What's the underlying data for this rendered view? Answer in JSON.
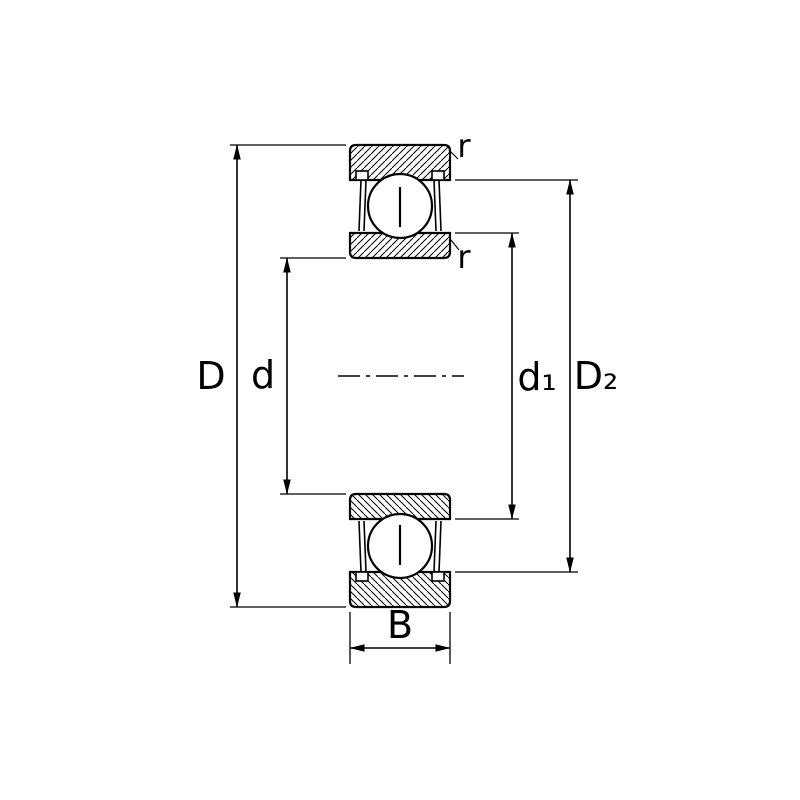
{
  "diagram": {
    "type": "bearing-cross-section-dimension-drawing",
    "dimension_labels": {
      "outer_diameter": "D",
      "bore_diameter": "d",
      "inner_shoulder_diameter": "d₁",
      "outer_recess_diameter": "D₂",
      "width": "B",
      "radius_top": "r",
      "radius_bottom": "r"
    }
  }
}
